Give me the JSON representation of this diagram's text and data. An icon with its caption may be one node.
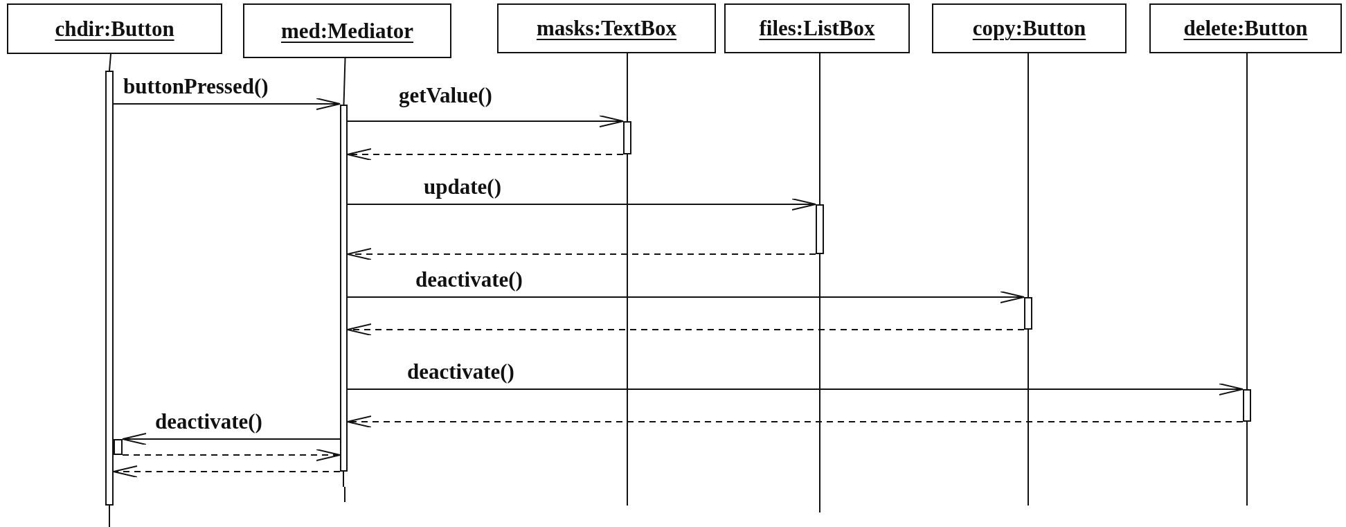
{
  "diagram": {
    "nodes": [
      {
        "text": [
          "chdir:Button"
        ]
      },
      {
        "text": [
          "med:Mediator"
        ]
      },
      {
        "text": [
          "masks:TextBox"
        ]
      },
      {
        "text": [
          "files:ListBox"
        ]
      },
      {
        "text": [
          "copy:Button"
        ]
      },
      {
        "text": [
          "delete:Button"
        ]
      },
      {
        "text": [],
        "shape": "bar"
      },
      {
        "text": [],
        "shape": "bar"
      },
      {
        "text": [],
        "shape": "bar"
      },
      {
        "text": [],
        "shape": "bar"
      },
      {
        "text": [],
        "shape": "bar"
      },
      {
        "text": [],
        "shape": "bar"
      },
      {
        "text": [],
        "shape": "bar"
      }
    ],
    "edges": [
      {
        "from": 0,
        "to": 6,
        "arrow": "none"
      },
      {
        "from": 1,
        "to": 7,
        "arrow": "none"
      },
      {
        "from": 2,
        "to": 8,
        "arrow": "none"
      },
      {
        "from": 3,
        "to": 9,
        "arrow": "none"
      },
      {
        "from": 4,
        "to": 10,
        "arrow": "none"
      },
      {
        "from": 5,
        "to": 11,
        "arrow": "none"
      },
      {
        "from": 6,
        "to": 7,
        "arrow": "to",
        "label": "buttonPressed()"
      },
      {
        "from": 7,
        "to": 8,
        "arrow": "to",
        "label": "getValue()"
      },
      {
        "from": 8,
        "to": 7,
        "arrow": "to",
        "style": "dashed"
      },
      {
        "from": 7,
        "to": 9,
        "arrow": "to",
        "label": "update()"
      },
      {
        "from": 9,
        "to": 7,
        "arrow": "to",
        "style": "dashed"
      },
      {
        "from": 7,
        "to": 10,
        "arrow": "to",
        "label": "deactivate()"
      },
      {
        "from": 10,
        "to": 7,
        "arrow": "to",
        "style": "dashed"
      },
      {
        "from": 7,
        "to": 11,
        "arrow": "to",
        "label": "deactivate()"
      },
      {
        "from": 11,
        "to": 7,
        "arrow": "to",
        "style": "dashed"
      },
      {
        "from": 7,
        "to": 12,
        "arrow": "to",
        "label": "deactivate()"
      },
      {
        "from": 12,
        "to": 7,
        "arrow": "to",
        "style": "dashed"
      },
      {
        "from": 7,
        "to": 6,
        "arrow": "to",
        "style": "dashed"
      }
    ]
  }
}
